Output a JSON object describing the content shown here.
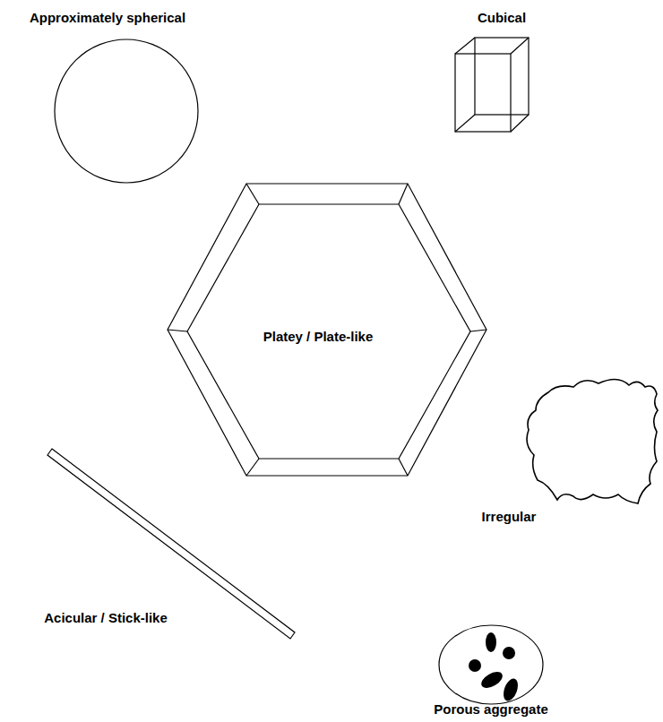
{
  "diagram": {
    "nodes": [
      {
        "text": [
          "Approximately spherical"
        ]
      },
      {
        "text": [
          "Cubical"
        ]
      },
      {
        "text": [
          "Platey / Plate-like"
        ]
      },
      {
        "text": [
          "Irregular"
        ]
      },
      {
        "text": [
          "Acicular / Stick-like"
        ]
      },
      {
        "text": [
          "Porous aggregate"
        ]
      }
    ]
  }
}
